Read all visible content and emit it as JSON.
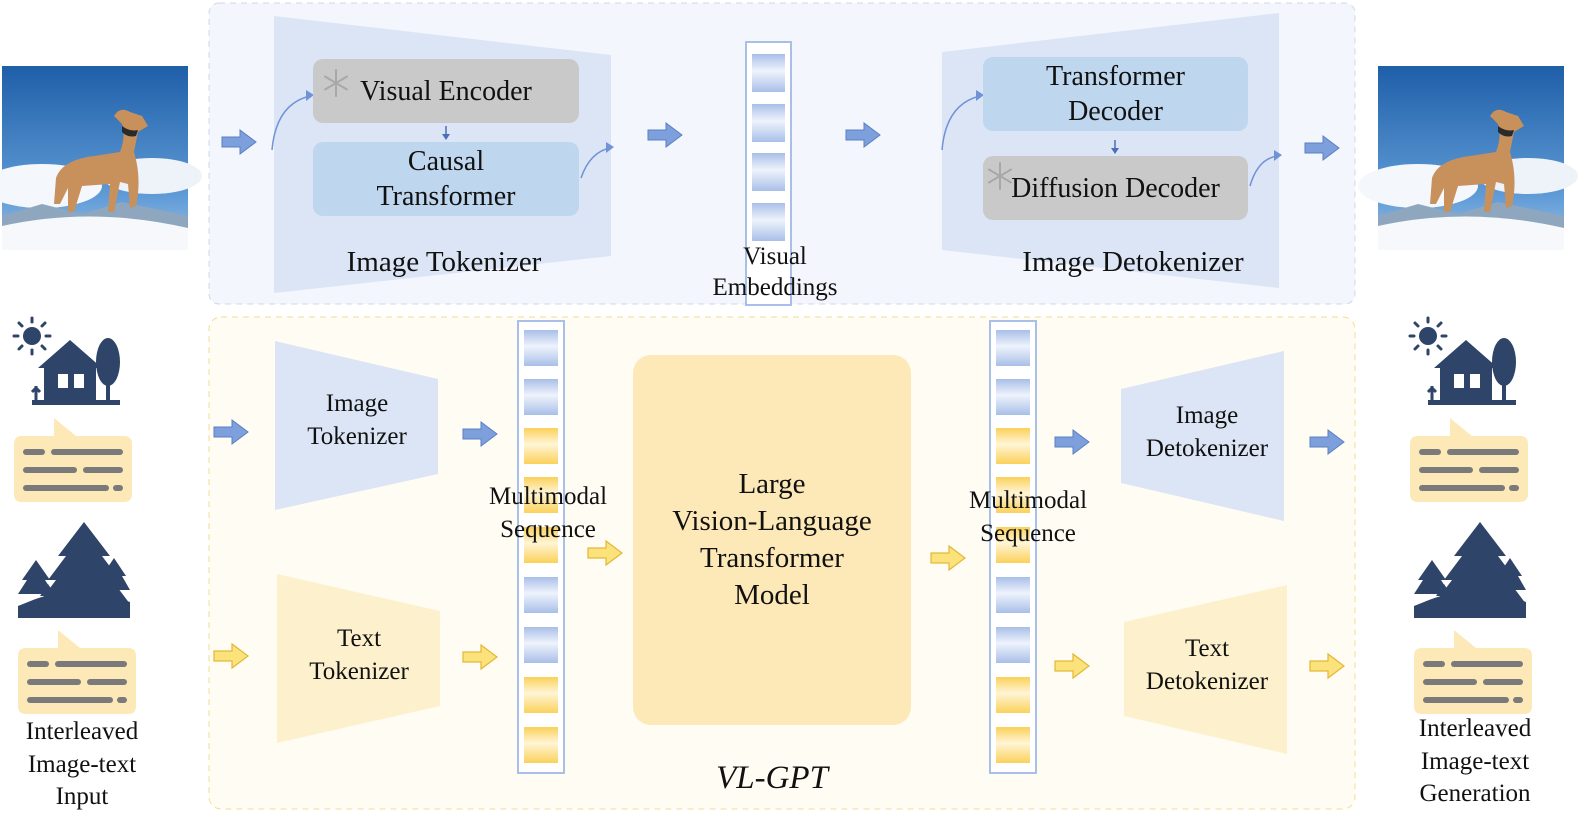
{
  "top": {
    "tokenizer": {
      "title": "Image Tokenizer",
      "encoder": "Visual Encoder",
      "causal_l1": "Causal",
      "causal_l2": "Transformer"
    },
    "embeddings": {
      "l1": "Visual",
      "l2": "Embeddings"
    },
    "detokenizer": {
      "title": "Image Detokenizer",
      "decoder_l1": "Transformer",
      "decoder_l2": "Decoder",
      "diffusion": "Diffusion Decoder"
    }
  },
  "bottom": {
    "image_tokenizer": {
      "l1": "Image",
      "l2": "Tokenizer"
    },
    "text_tokenizer": {
      "l1": "Text",
      "l2": "Tokenizer"
    },
    "sequence_left": {
      "l1": "Multimodal",
      "l2": "Sequence"
    },
    "model": {
      "l1": "Large",
      "l2": "Vision-Language",
      "l3": "Transformer",
      "l4": "Model"
    },
    "sequence_right": {
      "l1": "Multimodal",
      "l2": "Sequence"
    },
    "image_detokenizer": {
      "l1": "Image",
      "l2": "Detokenizer"
    },
    "text_detokenizer": {
      "l1": "Text",
      "l2": "Detokenizer"
    },
    "name": "VL-GPT"
  },
  "left_caption": {
    "l1": "Interleaved",
    "l2": "Image-text",
    "l3": "Input"
  },
  "right_caption": {
    "l1": "Interleaved",
    "l2": "Image-text",
    "l3": "Generation"
  },
  "colors": {
    "blue_panel": "#f3f6fc",
    "yellow_panel": "#fffcf3",
    "blue_trap": "#dce5f5",
    "yellow_trap": "#fdf0cc",
    "gray_box": "#c9c9c9",
    "blue_box": "#bed6ee",
    "model_box": "#fde9b8",
    "arrow_blue": "#7d9fdc",
    "arrow_yellow": "#f4d46a",
    "icon_dark": "#2e4468"
  },
  "icons": [
    "dog-photo",
    "house-icon",
    "sun-icon",
    "chat-bubble-icon",
    "trees-icon",
    "snowflake-icon",
    "arrow-icon"
  ]
}
